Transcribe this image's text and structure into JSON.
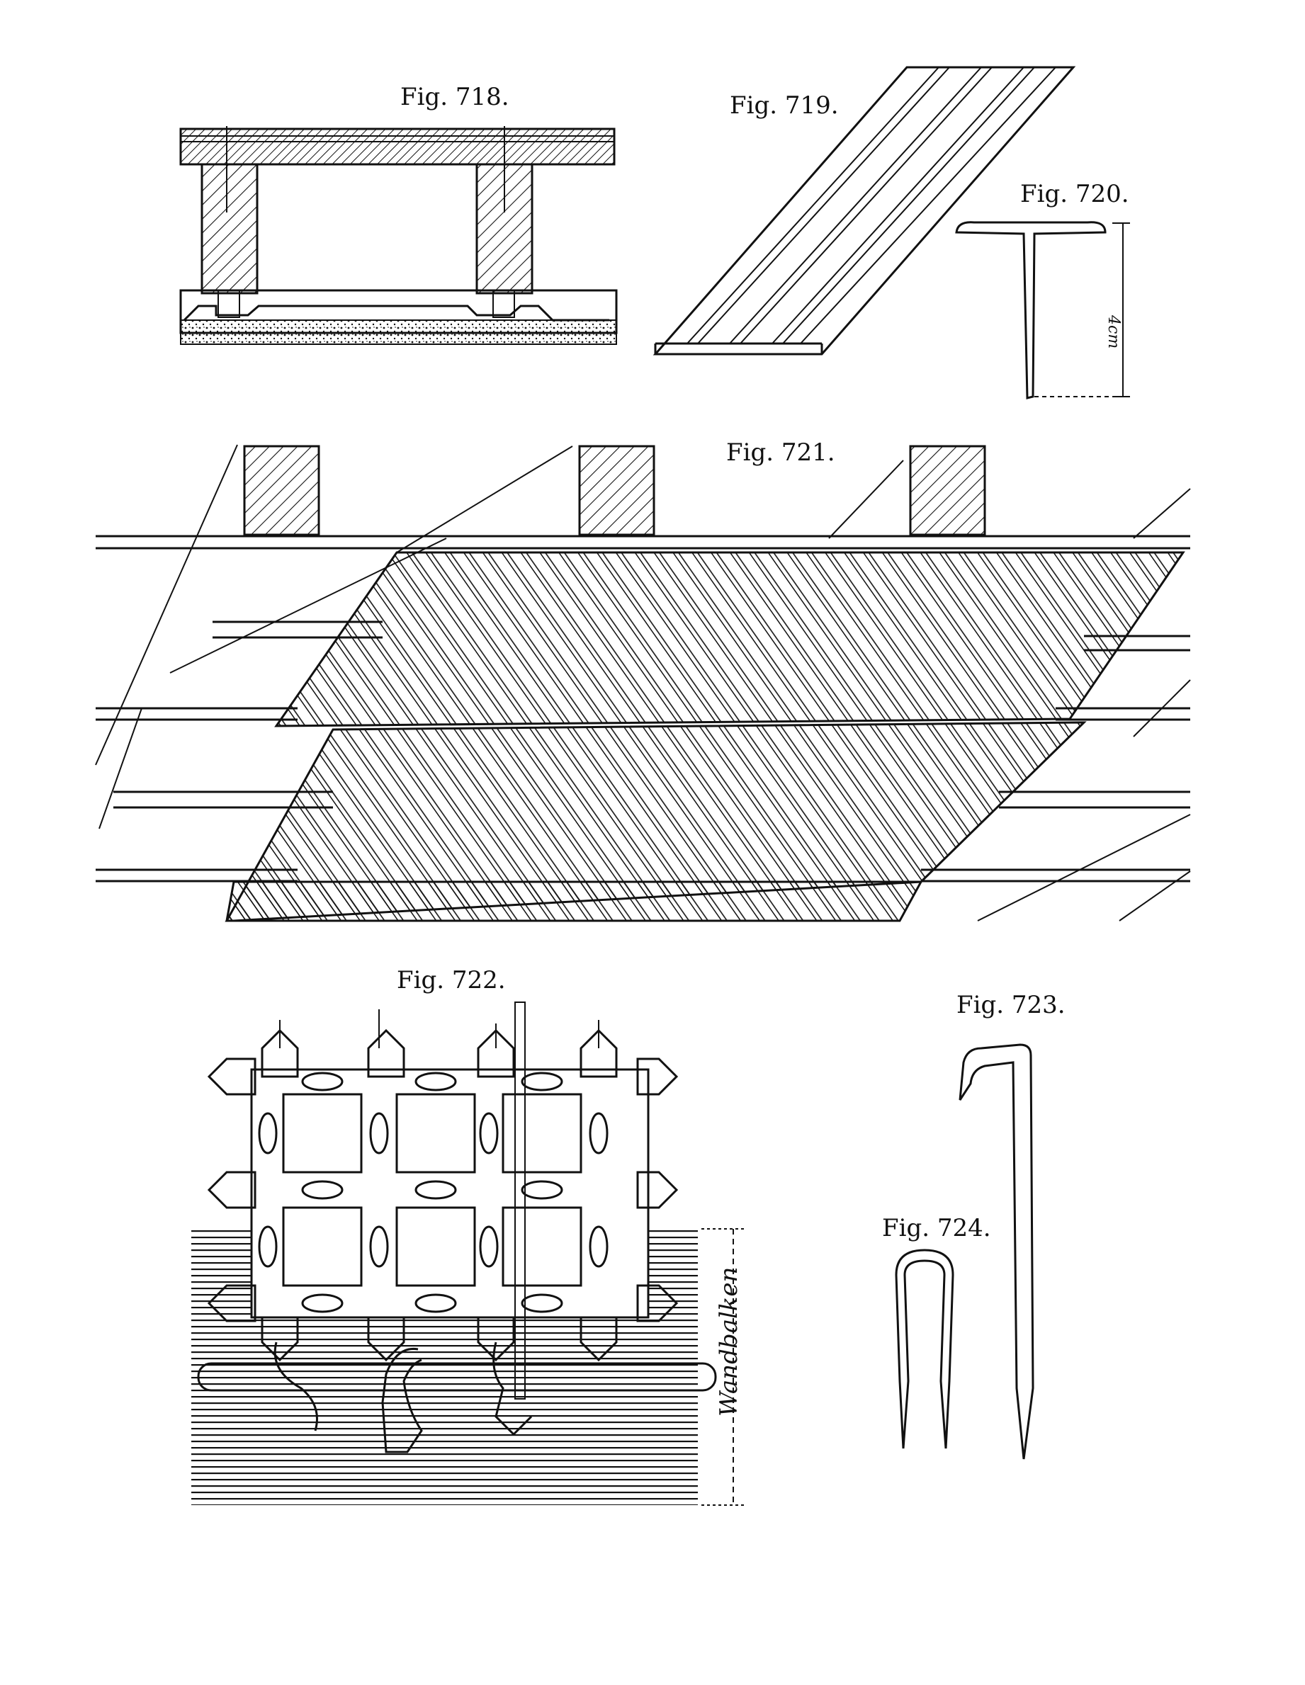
{
  "figures": [
    {
      "id": "fig718",
      "caption": "Fig. 718."
    },
    {
      "id": "fig719",
      "caption": "Fig. 719."
    },
    {
      "id": "fig720",
      "caption": "Fig. 720.",
      "dimension_label": "4cm"
    },
    {
      "id": "fig721",
      "caption": "Fig. 721."
    },
    {
      "id": "fig722",
      "caption": "Fig. 722.",
      "side_label": "Wandbalken"
    },
    {
      "id": "fig723",
      "caption": "Fig. 723."
    },
    {
      "id": "fig724",
      "caption": "Fig. 724."
    }
  ],
  "colors": {
    "ink": "#111111",
    "paper": "#ffffff"
  }
}
